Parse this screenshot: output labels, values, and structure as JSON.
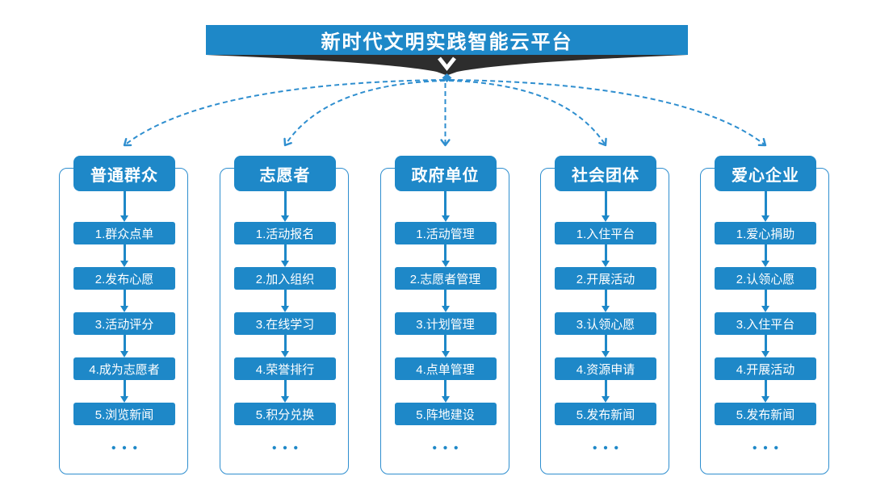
{
  "title": "新时代文明实践智能云平台",
  "more_indicator": "•••",
  "colors": {
    "box_blue": "#1e88c8",
    "line_blue": "#2e8ecf",
    "funnel_dark": "#2d2d2d",
    "text_white": "#ffffff",
    "background": "#ffffff"
  },
  "columns": [
    {
      "header": "普通群众",
      "items": [
        "1.群众点单",
        "2.发布心愿",
        "3.活动评分",
        "4.成为志愿者",
        "5.浏览新闻"
      ]
    },
    {
      "header": "志愿者",
      "items": [
        "1.活动报名",
        "2.加入组织",
        "3.在线学习",
        "4.荣誉排行",
        "5.积分兑换"
      ]
    },
    {
      "header": "政府单位",
      "items": [
        "1.活动管理",
        "2.志愿者管理",
        "3.计划管理",
        "4.点单管理",
        "5.阵地建设"
      ]
    },
    {
      "header": "社会团体",
      "items": [
        "1.入住平台",
        "2.开展活动",
        "3.认领心愿",
        "4.资源申请",
        "5.发布新闻"
      ]
    },
    {
      "header": "爱心企业",
      "items": [
        "1.爱心捐助",
        "2.认领心愿",
        "3.入住平台",
        "4.开展活动",
        "5.发布新闻"
      ]
    }
  ]
}
